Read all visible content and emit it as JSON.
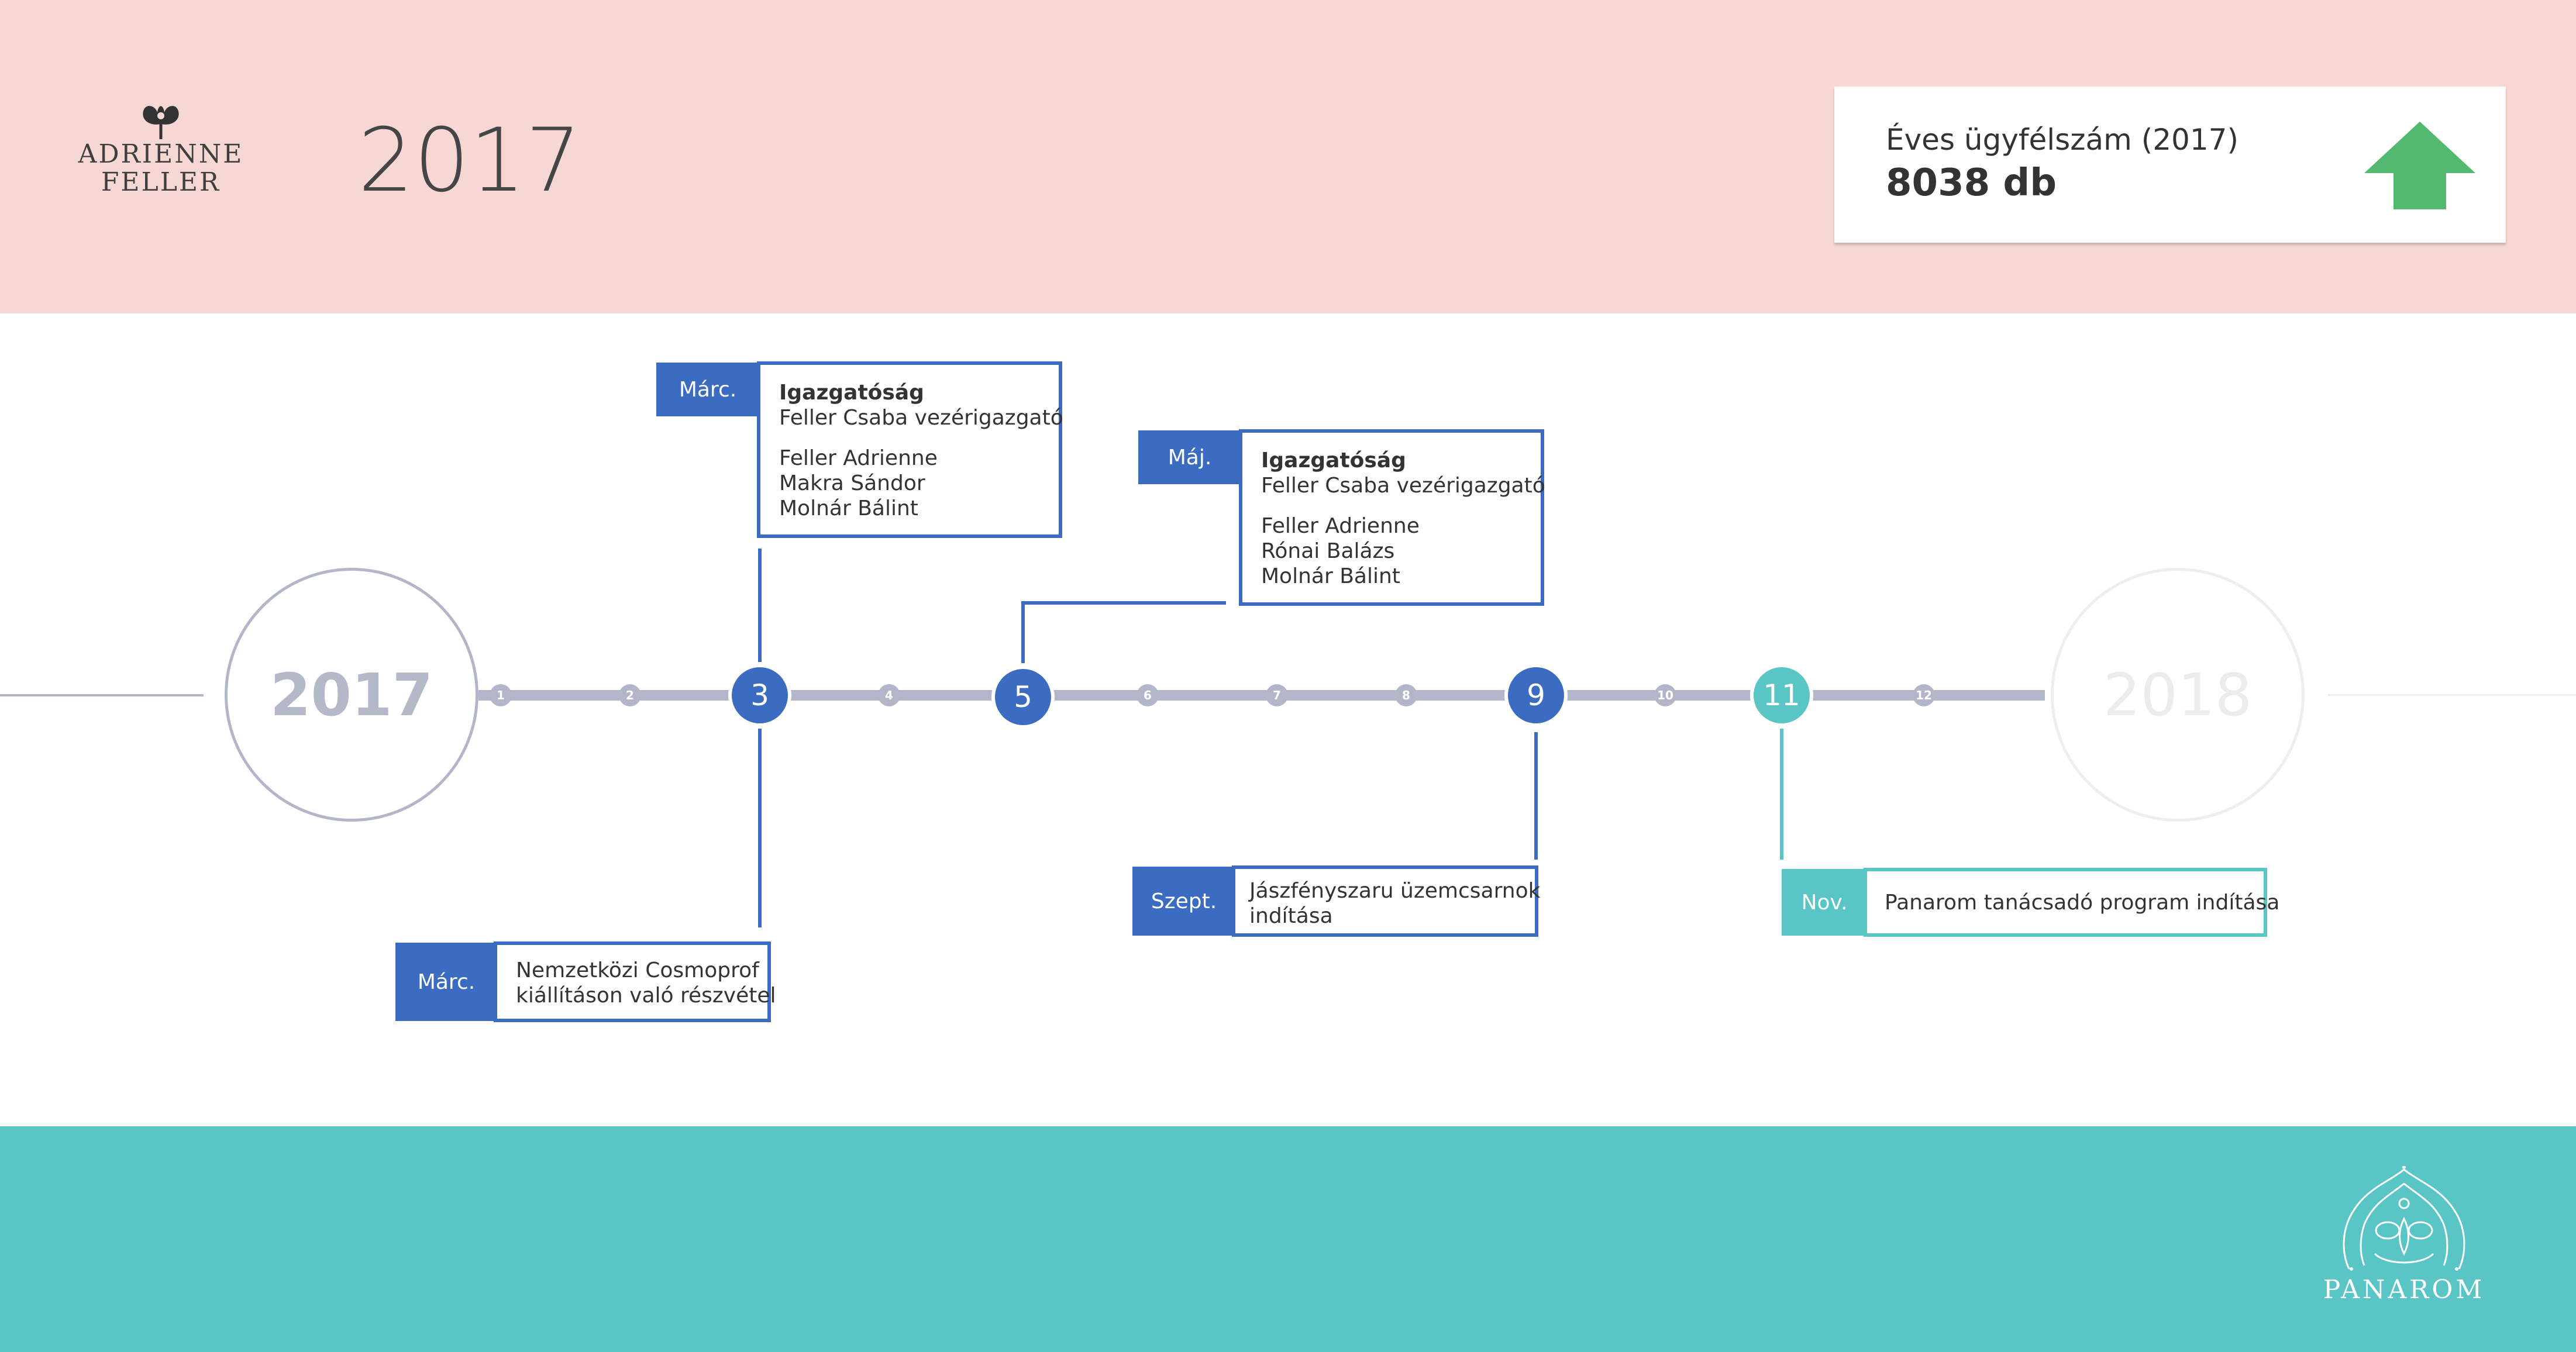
{
  "header": {
    "logo_left": {
      "line1": "ADRIENNE",
      "line2": "FELLER"
    },
    "year": "2017",
    "client_card": {
      "label": "Éves ügyfélszám (2017)",
      "value": "8038 db",
      "trend_icon": "up-arrow-icon",
      "trend_color": "#52b96e"
    }
  },
  "timeline": {
    "start_year": "2017",
    "end_year": "2018",
    "months": [
      "1",
      "2",
      "3",
      "4",
      "5",
      "6",
      "7",
      "8",
      "9",
      "10",
      "11",
      "12"
    ],
    "highlighted": [
      "3",
      "5",
      "9",
      "11"
    ]
  },
  "events": {
    "board_march": {
      "tag": "Márc.",
      "title": "Igazgatóság",
      "lines": [
        "Feller Csaba vezérigazgató",
        "Feller Adrienne",
        "Makra Sándor",
        "Molnár Bálint"
      ]
    },
    "board_may": {
      "tag": "Máj.",
      "title": "Igazgatóság",
      "lines": [
        "Feller Csaba vezérigazgató",
        "Feller Adrienne",
        "Rónai Balázs",
        "Molnár Bálint"
      ]
    },
    "cosmoprof": {
      "tag": "Márc.",
      "lines": [
        "Nemzetközi Cosmoprof",
        "kiállításon való részvétel"
      ]
    },
    "jaszfenyszaru": {
      "tag": "Szept.",
      "lines": [
        "Jászfényszaru üzemcsarnok",
        "indítása"
      ]
    },
    "panarom_program": {
      "tag": "Nov.",
      "lines": [
        "Panarom tanácsadó program indítása"
      ]
    }
  },
  "footer": {
    "logo_right": "PANAROM"
  },
  "colors": {
    "header_bg": "#f6d7d4",
    "footer_bg": "#5ac5c5",
    "accent_blue": "#3b6cc2",
    "accent_teal": "#5ac5c5",
    "track_gray": "#b3b6c8"
  }
}
